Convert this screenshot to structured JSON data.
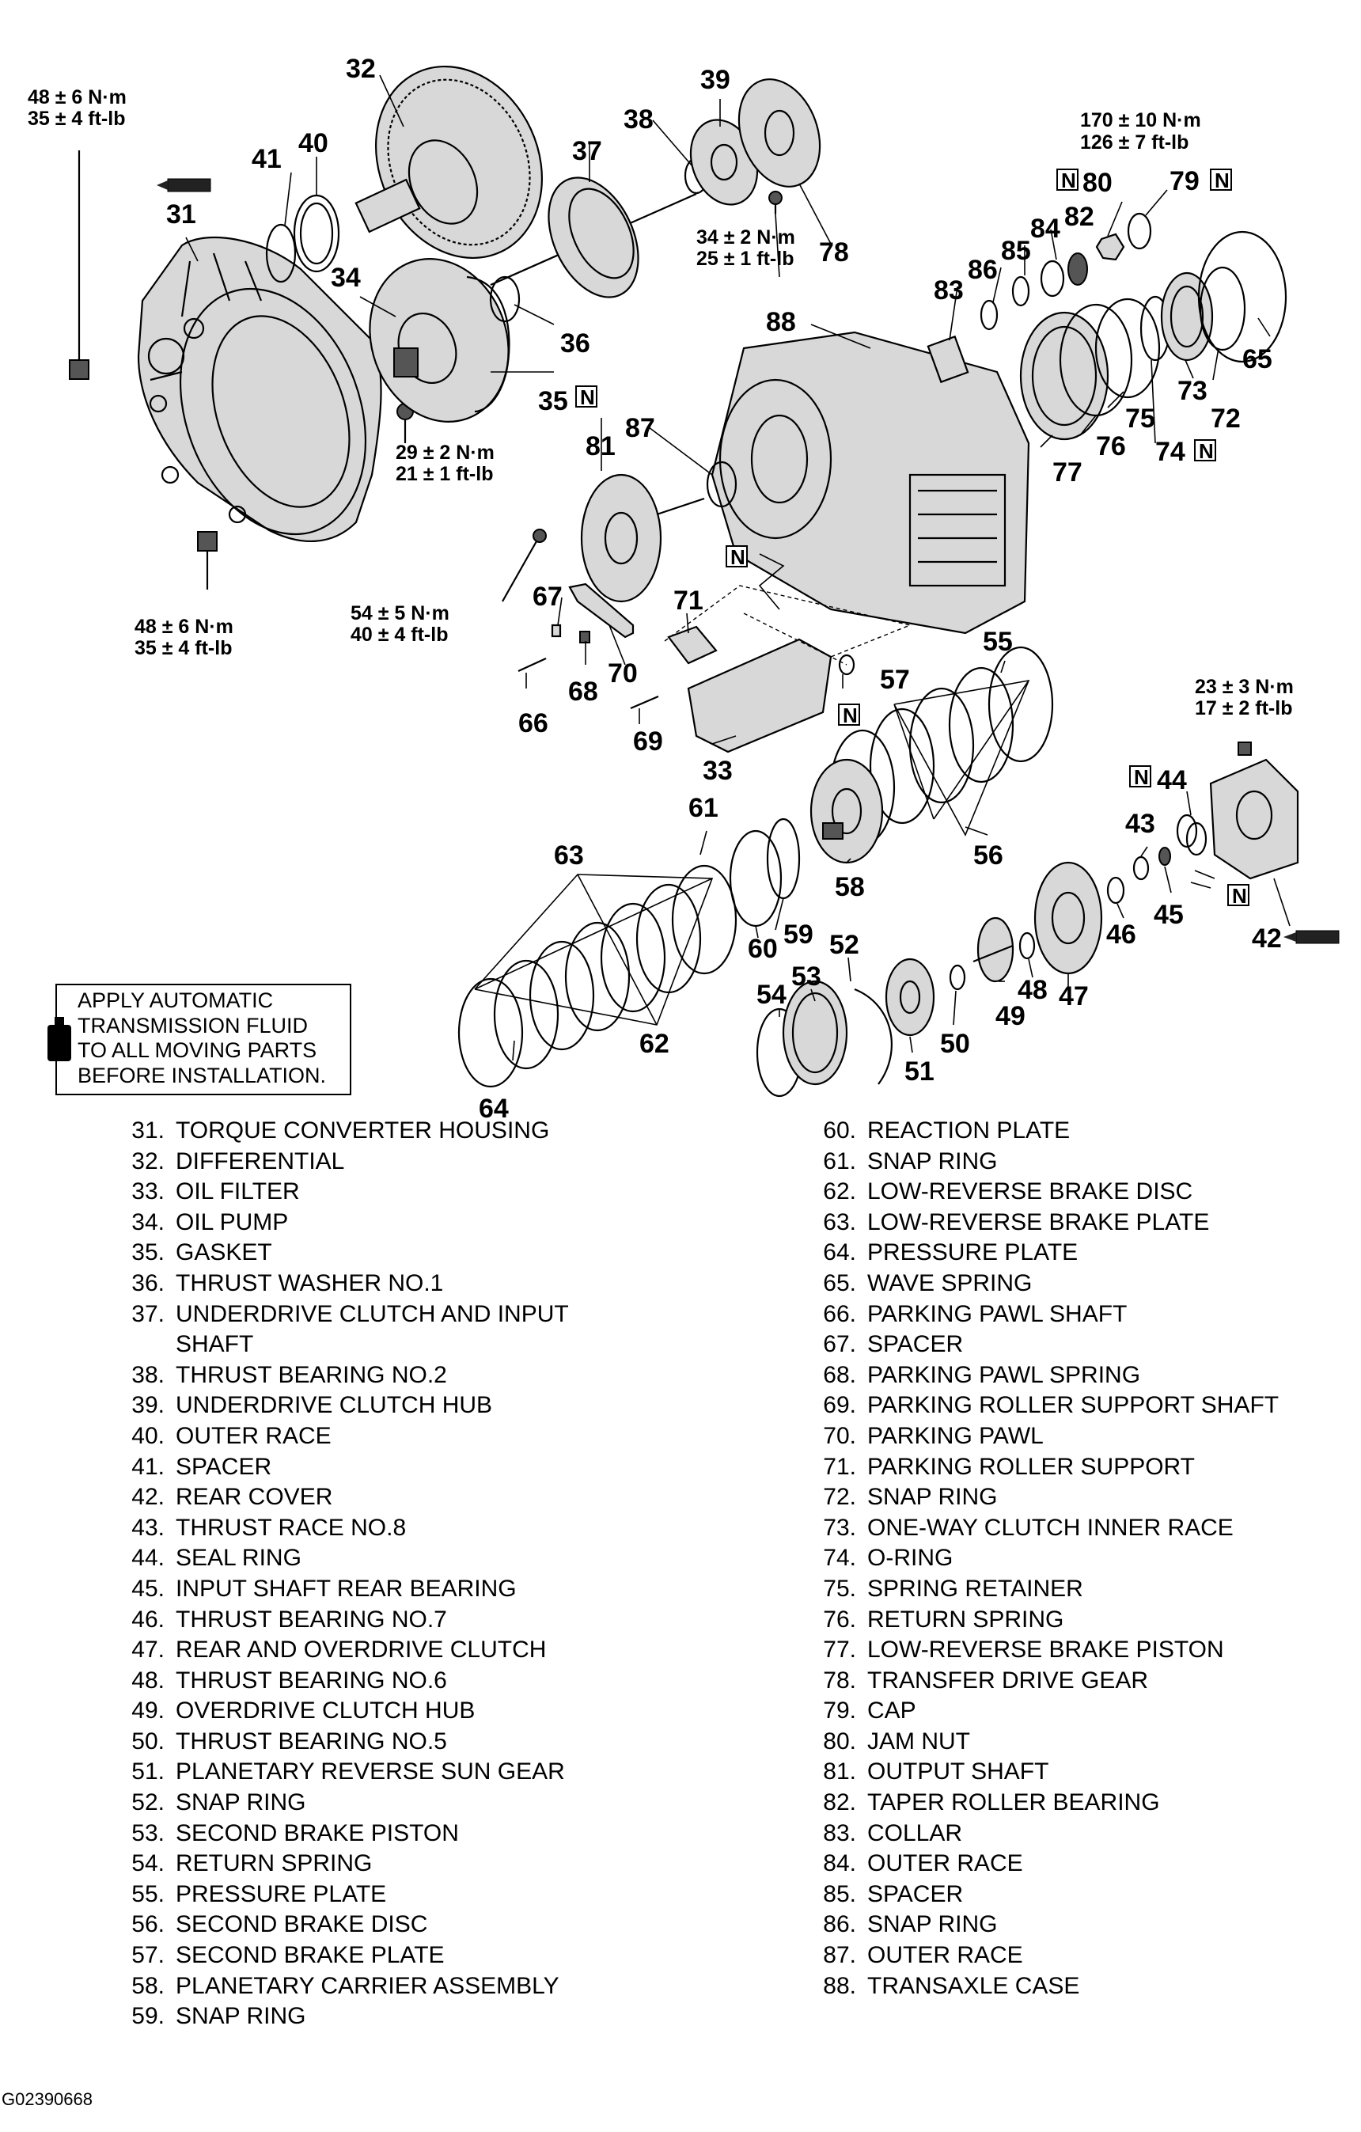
{
  "figure_id": "G02390668",
  "note": {
    "text": "APPLY AUTOMATIC\nTRANSMISSION FLUID\nTO ALL MOVING PARTS\nBEFORE INSTALLATION.",
    "icon": "fluid-bottle-icon"
  },
  "torque_specs": {
    "t1_a": "48 ± 6 N·m",
    "t1_b": "35 ± 4 ft-lb",
    "t2_a": "48 ± 6 N·m",
    "t2_b": "35 ± 4 ft-lb",
    "t3_a": "29 ± 2 N·m",
    "t3_b": "21 ± 1 ft-lb",
    "t4_a": "54 ± 5 N·m",
    "t4_b": "40 ± 4 ft-lb",
    "t5_a": "34 ± 2 N·m",
    "t5_b": "25 ± 1 ft-lb",
    "t6_a": "170 ± 10 N·m",
    "t6_b": "126 ± 7  ft-lb",
    "t7_a": "23 ± 3 N·m",
    "t7_b": "17 ± 2 ft-lb"
  },
  "new_part_mark": "N",
  "callouts": [
    "31",
    "32",
    "33",
    "34",
    "35",
    "36",
    "37",
    "38",
    "39",
    "40",
    "41",
    "42",
    "43",
    "44",
    "45",
    "46",
    "47",
    "48",
    "49",
    "50",
    "51",
    "52",
    "53",
    "54",
    "55",
    "56",
    "57",
    "58",
    "59",
    "60",
    "61",
    "62",
    "63",
    "64",
    "65",
    "66",
    "67",
    "68",
    "69",
    "70",
    "71",
    "72",
    "73",
    "74",
    "75",
    "76",
    "77",
    "78",
    "79",
    "80",
    "81",
    "82",
    "83",
    "84",
    "85",
    "86",
    "87",
    "88"
  ],
  "legend_left": [
    {
      "num": "31.",
      "text": "TORQUE CONVERTER HOUSING"
    },
    {
      "num": "32.",
      "text": "DIFFERENTIAL"
    },
    {
      "num": "33.",
      "text": "OIL FILTER"
    },
    {
      "num": "34.",
      "text": "OIL PUMP"
    },
    {
      "num": "35.",
      "text": "GASKET"
    },
    {
      "num": "36.",
      "text": "THRUST WASHER NO.1"
    },
    {
      "num": "37.",
      "text": "UNDERDRIVE CLUTCH AND INPUT SHAFT"
    },
    {
      "num": "38.",
      "text": "THRUST BEARING NO.2"
    },
    {
      "num": "39.",
      "text": "UNDERDRIVE CLUTCH HUB"
    },
    {
      "num": "40.",
      "text": "OUTER RACE"
    },
    {
      "num": "41.",
      "text": "SPACER"
    },
    {
      "num": "42.",
      "text": "REAR COVER"
    },
    {
      "num": "43.",
      "text": "THRUST RACE NO.8"
    },
    {
      "num": "44.",
      "text": "SEAL RING"
    },
    {
      "num": "45.",
      "text": "INPUT SHAFT REAR BEARING"
    },
    {
      "num": "46.",
      "text": "THRUST BEARING NO.7"
    },
    {
      "num": "47.",
      "text": "REAR AND OVERDRIVE CLUTCH"
    },
    {
      "num": "48.",
      "text": "THRUST BEARING NO.6"
    },
    {
      "num": "49.",
      "text": "OVERDRIVE CLUTCH HUB"
    },
    {
      "num": "50.",
      "text": "THRUST BEARING NO.5"
    },
    {
      "num": "51.",
      "text": "PLANETARY REVERSE SUN GEAR"
    },
    {
      "num": "52.",
      "text": "SNAP RING"
    },
    {
      "num": "53.",
      "text": "SECOND BRAKE PISTON"
    },
    {
      "num": "54.",
      "text": "RETURN SPRING"
    },
    {
      "num": "55.",
      "text": "PRESSURE PLATE"
    },
    {
      "num": "56.",
      "text": "SECOND BRAKE DISC"
    },
    {
      "num": "57.",
      "text": "SECOND BRAKE PLATE"
    },
    {
      "num": "58.",
      "text": "PLANETARY CARRIER ASSEMBLY"
    },
    {
      "num": "59.",
      "text": "SNAP RING"
    }
  ],
  "legend_right": [
    {
      "num": "60.",
      "text": "REACTION PLATE"
    },
    {
      "num": "61.",
      "text": "SNAP RING"
    },
    {
      "num": "62.",
      "text": "LOW-REVERSE BRAKE DISC"
    },
    {
      "num": "63.",
      "text": "LOW-REVERSE BRAKE PLATE"
    },
    {
      "num": "64.",
      "text": "PRESSURE PLATE"
    },
    {
      "num": "65.",
      "text": "WAVE SPRING"
    },
    {
      "num": "66.",
      "text": "PARKING PAWL SHAFT"
    },
    {
      "num": "67.",
      "text": "SPACER"
    },
    {
      "num": "68.",
      "text": "PARKING PAWL SPRING"
    },
    {
      "num": "69.",
      "text": "PARKING ROLLER SUPPORT SHAFT"
    },
    {
      "num": "70.",
      "text": "PARKING PAWL"
    },
    {
      "num": "71.",
      "text": "PARKING ROLLER SUPPORT"
    },
    {
      "num": "72.",
      "text": "SNAP RING"
    },
    {
      "num": "73.",
      "text": "ONE-WAY CLUTCH INNER RACE"
    },
    {
      "num": "74.",
      "text": "O-RING"
    },
    {
      "num": "75.",
      "text": "SPRING RETAINER"
    },
    {
      "num": "76.",
      "text": "RETURN SPRING"
    },
    {
      "num": "77.",
      "text": "LOW-REVERSE BRAKE PISTON"
    },
    {
      "num": "78.",
      "text": "TRANSFER DRIVE GEAR"
    },
    {
      "num": "79.",
      "text": "CAP"
    },
    {
      "num": "80.",
      "text": "JAM NUT"
    },
    {
      "num": "81.",
      "text": "OUTPUT SHAFT"
    },
    {
      "num": "82.",
      "text": "TAPER ROLLER BEARING"
    },
    {
      "num": "83.",
      "text": "COLLAR"
    },
    {
      "num": "84.",
      "text": "OUTER RACE"
    },
    {
      "num": "85.",
      "text": "SPACER"
    },
    {
      "num": "86.",
      "text": "SNAP RING"
    },
    {
      "num": "87.",
      "text": "OUTER RACE"
    },
    {
      "num": "88.",
      "text": "TRANSAXLE CASE"
    }
  ]
}
